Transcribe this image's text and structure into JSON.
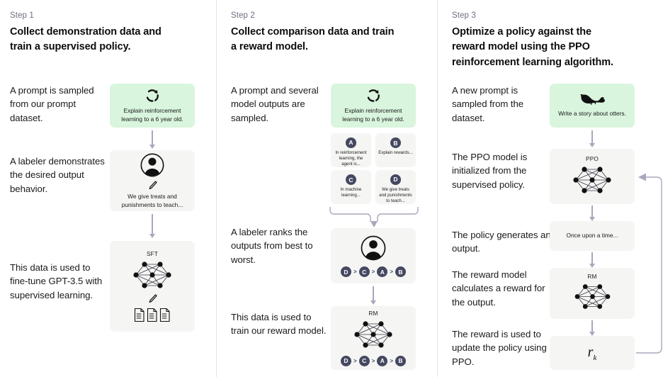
{
  "diagram": {
    "title": "InstructGPT / RLHF three-step training diagram",
    "colors": {
      "prompt_box_green": "#d9f5dd",
      "neutral_box_gray": "#f5f5f4",
      "arrow_gray": "#a8a8bd",
      "badge_slate": "#454861",
      "step_label_gray": "#6e6e80",
      "divider_gray": "#e3e3e3"
    }
  },
  "steps": [
    {
      "label": "Step 1",
      "title": "Collect demonstration data and train a supervised policy.",
      "paragraphs": [
        "A prompt is sampled from our prompt dataset.",
        "A labeler demonstrates the desired output behavior.",
        "This data is used to fine-tune GPT-3.5 with supervised learning."
      ],
      "boxes": [
        {
          "kind": "prompt",
          "icon": "refresh-icon",
          "caption": "Explain reinforcement learning to a 6 year old."
        },
        {
          "kind": "labeler",
          "icon": "person-icon",
          "caption": "We give treats and punishments to teach..."
        },
        {
          "kind": "model",
          "title": "SFT",
          "icon": "neural-network-icon"
        }
      ]
    },
    {
      "label": "Step 2",
      "title": "Collect comparison data and train a reward model.",
      "paragraphs": [
        "A prompt and several model outputs are sampled.",
        "A labeler ranks the outputs from best to worst.",
        "This data is used to train our reward model."
      ],
      "boxes": [
        {
          "kind": "prompt",
          "icon": "refresh-icon",
          "caption": "Explain reinforcement learning to a 6 year old."
        },
        {
          "kind": "labeler",
          "icon": "person-icon"
        },
        {
          "kind": "model",
          "title": "RM",
          "icon": "neural-network-icon"
        }
      ],
      "options": [
        {
          "letter": "A",
          "text": "In reinforcement learning, the agent is..."
        },
        {
          "letter": "B",
          "text": "Explain rewards..."
        },
        {
          "letter": "C",
          "text": "In machine learning..."
        },
        {
          "letter": "D",
          "text": "We give treats and punishments to teach..."
        }
      ],
      "ranking": [
        "D",
        "C",
        "A",
        "B"
      ],
      "ranking_separator": ">"
    },
    {
      "label": "Step 3",
      "title": "Optimize a policy against the reward model using the PPO reinforcement learning algorithm.",
      "paragraphs": [
        "A new prompt is sampled from the dataset.",
        "The PPO model is initialized from the supervised policy.",
        "The policy generates an output.",
        "The reward model calculates a reward for the output.",
        "The reward is used to update the policy using PPO."
      ],
      "boxes": [
        {
          "kind": "prompt",
          "icon": "otter-icon",
          "caption": "Write a story about otters."
        },
        {
          "kind": "model",
          "title": "PPO",
          "icon": "neural-network-icon"
        },
        {
          "kind": "output",
          "caption": "Once upon a time..."
        },
        {
          "kind": "model",
          "title": "RM",
          "icon": "neural-network-icon"
        },
        {
          "kind": "reward",
          "symbol": "r",
          "subscript": "k"
        }
      ]
    }
  ]
}
